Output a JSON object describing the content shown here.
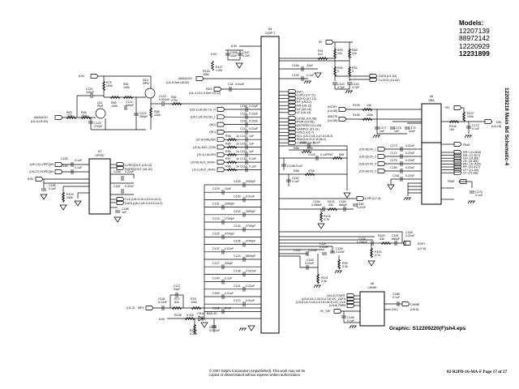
{
  "title_block": {
    "models_header": "Models:",
    "models": [
      "12207139",
      "88972142",
      "12220929",
      "12231899"
    ],
    "vertical_title": "12209218 Main Bd Schematic-4",
    "graphic_ref": "Graphic:  S12209220(F)sh4.eps",
    "copyright_line1": "©  2007 Delphi Corporation (unpublished). This work may not be",
    "copyright_line2": "copied or disseminated without express written authorization.",
    "page_ref": "02-R2PD-16-MA-F   Page 17 of 27"
  },
  "chips": {
    "u5": {
      "ref": "U5",
      "part": "CA3P-T"
    },
    "u6": {
      "ref": "U6",
      "part": "OBA"
    },
    "u7": {
      "ref": "U7",
      "part": "OPS07"
    },
    "u8": {
      "ref": "U8",
      "part": "CHIME"
    }
  },
  "top_left": {
    "supply": "8.5V",
    "r79": [
      "R79",
      "100k"
    ],
    "c119": [
      "C119",
      "330pF"
    ],
    "r81": [
      "R81",
      "100k"
    ],
    "q10": [
      "Q10",
      "NPN"
    ],
    "r80": [
      "R80",
      "100k"
    ],
    "c121": [
      "C121",
      "330pF"
    ],
    "q11": [
      "Q11",
      "PNP"
    ],
    "r83": [
      "R83",
      "100k"
    ],
    "r84": [
      "R84",
      "100k"
    ],
    "c123": [
      "C123",
      "270pF"
    ],
    "c122": [
      "C122",
      "390pF"
    ],
    "r85": [
      "R85",
      "100k"
    ],
    "c120": [
      "C120",
      "0.022uF"
    ],
    "r82": [
      "R82",
      "270k"
    ],
    "input": "AMAUDIO",
    "input_ref": "(U1-5,U5-53)"
  },
  "u5_top": {
    "supply": "8.5V",
    "c166": [
      "C166",
      "10uF"
    ],
    "c167": [
      "C167",
      "0.1uF"
    ],
    "r126": [
      "R126",
      "160k"
    ],
    "r127": [
      "R127",
      "1.2M"
    ],
    "amaudio": "AMAUDIO",
    "amaudio_ref": "(U1-5,See U5-52)",
    "rds": "RDS",
    "rds_ref": "(U1-4,U12-4,See U4-12)",
    "c34": [
      "C34",
      "0.01uF"
    ]
  },
  "u5_right_top": {
    "supply": "5V",
    "r91": [
      "R91",
      "510"
    ],
    "r90": [
      "R90",
      "22k"
    ],
    "r89": [
      "R89",
      "22k"
    ],
    "r93": [
      "R93",
      "0"
    ],
    "r92": [
      "R92",
      "0"
    ],
    "c146": [
      "C146",
      "22uF"
    ],
    "c145": [
      "C145",
      "0.1uF"
    ],
    "c143": [
      "C143",
      "4.7pF"
    ],
    "c144": [
      "C144",
      "4.7pF"
    ],
    "data": "DATA (U1-64)",
    "clock": "CLOCK (U1-63)"
  },
  "u5_outputs": [
    "(NC)",
    "LOPQ (U7-11)",
    "ROPQ (U7-13)",
    "RF (U6-12)",
    "RR (U6-13)",
    "LR (U6-16)",
    "LF (U6-14)",
    "LEVEL (U1-58)",
    "PWR (U1-55)",
    "ASTEREO (U1-63)",
    "SAMPLE (U1-61)",
    "HOLD (U1-7)",
    "SCL (U4-2,U4-3,U7-8,U8-3)",
    "SDA (U4-3,U7-8,U8-2)",
    "CHIME (U8-5)"
  ],
  "u5_inputs": [
    {
      "net": "(U5-3,U5-28) CD_R",
      "cap": "C158",
      "val": "0.22uF"
    },
    {
      "net": "(U5-1,U5-30) CD_L",
      "cap": "C159",
      "val": "0.22uF"
    },
    {
      "net": "(NC)",
      "cap": "C146",
      "val": "0.22uF"
    },
    {
      "net": "(NC)",
      "cap": "C147",
      "val": "0.22uF"
    },
    {
      "net": "(J2-H) RAUXIN",
      "res": "R94",
      "rval": "1k",
      "cap": "C149",
      "val": "1uF"
    },
    {
      "net": "(J2-K) AUX_COM",
      "res": "R95",
      "rval": "1k",
      "cap": "C150",
      "val": "1uF"
    },
    {
      "net": "(J2-J) LAUXIN",
      "res": "R96",
      "rval": "1k",
      "cap": "C151",
      "val": "1uF"
    },
    {
      "net": "(J2-M) AUX_MON+",
      "res": "R97",
      "rval": "1k",
      "cap": "C152",
      "val": "0.1uF"
    },
    {
      "net": "(J2-L) AUX_MON-",
      "res": "R98",
      "rval": "1k",
      "cap": "C153",
      "val": "0.1uF"
    }
  ],
  "u5_caps": [
    [
      "C128",
      "3300pF"
    ],
    [
      "C129",
      "10uF"
    ],
    [
      "C130",
      "0.01uF"
    ],
    [
      "C131",
      "3300pF"
    ],
    [
      "C132",
      "3300pF"
    ],
    [
      "C133",
      "2700pF"
    ],
    [
      "C134",
      "2700pF"
    ],
    [
      "C135",
      "4700pF"
    ],
    [
      "C136",
      "4700pF"
    ],
    [
      "C137",
      "0.01uF"
    ],
    [
      "C124",
      "6800pF"
    ],
    [
      "C127",
      "330pF"
    ],
    [
      "C138",
      "0.022uF"
    ],
    [
      "C140",
      "0.1uF"
    ],
    [
      "C141",
      "0.22uF"
    ],
    [
      "C169",
      "0.01uF"
    ],
    [
      "C170",
      "0.01uF"
    ],
    [
      "C168",
      "47uF"
    ]
  ],
  "u5_bottom": {
    "c117": [
      "C117",
      "33pF"
    ],
    "c118": [
      "C118",
      "0.22uF"
    ],
    "r77": [
      "R77",
      "82k"
    ],
    "r78": [
      "R78",
      "100k"
    ],
    "mpx": "MPX",
    "mpx_ref": "(U1-3)",
    "supply": "8.5V",
    "r128": [
      "R128",
      "4.32k"
    ],
    "cr14": [
      "CR14",
      "BAS-40"
    ],
    "r129": [
      "R129",
      "3.32k"
    ],
    "c171": [
      "C171",
      "0.010uF"
    ]
  },
  "u5_mid_right": {
    "c126": [
      "C126",
      "0.1uF"
    ],
    "r86": [
      "R86",
      "100k"
    ],
    "c125": [
      "C125",
      "0.1uF"
    ],
    "r87": [
      "R87",
      "698"
    ],
    "c139": [
      "C139",
      "0.01uF"
    ],
    "r88": [
      "R88",
      "470k"
    ],
    "c142": [
      "C142",
      "0.1uF"
    ],
    "lopi": "LOPI (U7-4)",
    "c160": [
      "C160",
      "0.22uF"
    ],
    "c164": [
      "C164",
      "0.068uF"
    ],
    "r102": [
      "R102",
      "43k"
    ],
    "c165": [
      "C165",
      "680pF"
    ],
    "r104": [
      "R104",
      "4.7k"
    ]
  },
  "u5_low_right": {
    "c158": [
      "C158",
      "0.068uF"
    ],
    "r100": [
      "R100",
      "43k"
    ],
    "c161": [
      "C161",
      "680pF"
    ],
    "c155": [
      "C155",
      "0.22uF"
    ],
    "ropi": "ROPI",
    "ropi_ref": "(U7-6)",
    "r103": [
      "R103",
      "4.7k"
    ],
    "c157": [
      "C157",
      "0.22uF"
    ],
    "c154": [
      "C154",
      "0.22uF"
    ],
    "r99": [
      "R99",
      "3.3k"
    ],
    "c162": [
      "C162",
      "0.22uF"
    ],
    "c163": [
      "C163",
      "0.22uF"
    ],
    "r101": [
      "R101",
      "3.3k"
    ]
  },
  "u6_block": {
    "astby": "ASTBY",
    "astby_ref": "(U4-58)",
    "amute": "AMUTE",
    "amute_ref": "(U4-55)",
    "r105": [
      "R105",
      "10k"
    ],
    "r106": [
      "R106",
      "100k"
    ],
    "c177": [
      "C177",
      "1uF"
    ],
    "c178": [
      "C178",
      "1uF"
    ],
    "c179": [
      "C179",
      "22uF"
    ],
    "supply": "+5V",
    "r107": [
      "R107",
      "100k"
    ],
    "r108": [
      "R108",
      "10k"
    ],
    "c172": [
      "C172",
      "0.1uF"
    ],
    "ddl": "DDL",
    "ddl_ref": "(U4-15)",
    "inputs": [
      {
        "net": "(U5-36) IN_1",
        "cap": "C173",
        "val": "0.22uF"
      },
      {
        "net": "(U5-33) IN_2",
        "cap": "C174",
        "val": "0.22uF"
      },
      {
        "net": "(U5-37) IN_4",
        "cap": "C175",
        "val": "0.22uF"
      },
      {
        "net": "(U5-34) IN_3",
        "cap": "C180",
        "val": "0.22uF"
      }
    ],
    "c181": [
      "C181",
      "0.22uF"
    ],
    "fbat": "FBAT",
    "c176": [
      "C176",
      "0.1uF"
    ],
    "outputs": [
      "RR+ (J1-B16)",
      "RR- (J1-B17)",
      "LR+ (J1-B9)",
      "LR- (J1-B8)",
      "RF+ (J1-A15)",
      "RF- (J1-A17)",
      "LF+ (J1-A9)",
      "LF- (J1-A8)"
    ]
  },
  "u7_block": {
    "lopeqin": "(U5-13) LOPEQIN",
    "ropeqin": "(U5-27) ROPEQIN",
    "c182": [
      "C182",
      "0.1uF"
    ],
    "c183": [
      "C183",
      "0.1uF"
    ],
    "supply": "8.5V",
    "c185": [
      "C185",
      "0.1uF"
    ],
    "r109": [
      "R109",
      "240k"
    ],
    "lopeqout": "LOPEQOUT (U5-12)",
    "ropeqout": "ROPEQOUT (U5-26)",
    "c184": [
      "C184",
      "0.22uF"
    ],
    "c187": [
      "C187",
      "0.22uF"
    ],
    "clk": "CLK (U8-3,U5-4,U3-6,U4-3)",
    "data": "DATA (U8-2,U5-5,U3-5,U4-2)",
    "c186": [
      "C186",
      "1uF"
    ]
  },
  "u8_block": {
    "start": "(U4-5) START",
    "data": "(U3-5,U4-2,U5-5,U7-5) I2C_DATA",
    "clk": "(U3-6,U4-3,U5-4,U7-8,U8-3) I2C_CLK",
    "pwm": "(U4-8) PWM",
    "sw": "5V_SW",
    "c189": [
      "C189",
      "0.1uF"
    ],
    "c188": [
      "C188",
      "0.1uF"
    ],
    "chime": "CHIME",
    "chime_ref": "(U5-5)",
    "nc": "(NC)"
  }
}
